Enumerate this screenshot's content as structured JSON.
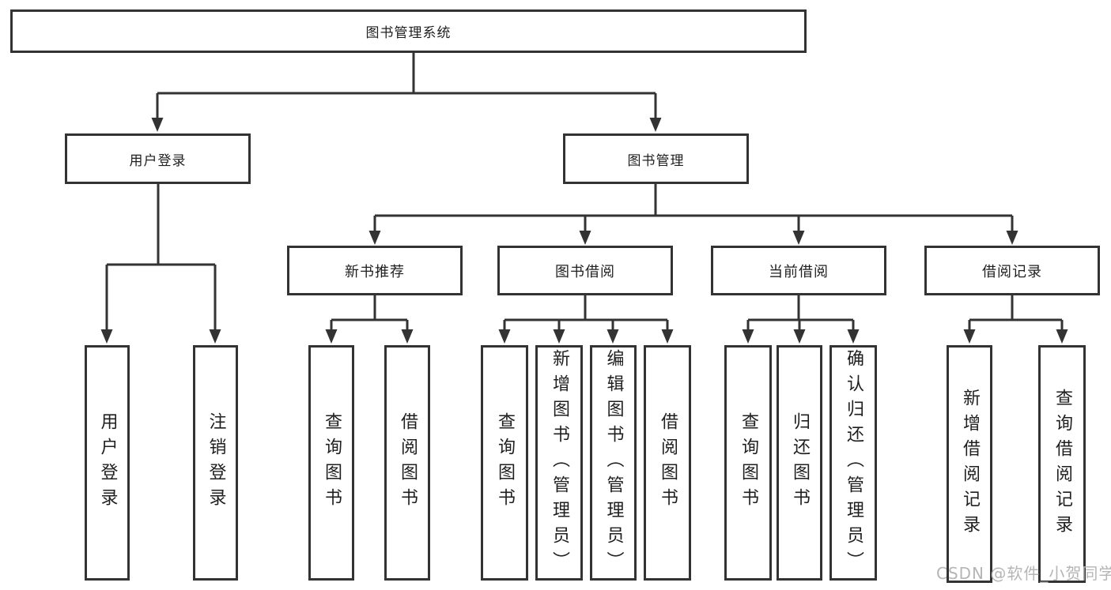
{
  "diagram": {
    "root": {
      "label": "图书管理系统"
    },
    "branches": [
      {
        "label": "用户登录",
        "leaves": [
          {
            "label": "用户登录"
          },
          {
            "label": "注销登录"
          }
        ]
      },
      {
        "label": "图书管理",
        "sections": [
          {
            "label": "新书推荐",
            "leaves": [
              {
                "label": "查询图书"
              },
              {
                "label": "借阅图书"
              }
            ]
          },
          {
            "label": "图书借阅",
            "leaves": [
              {
                "label": "查询图书"
              },
              {
                "label": "新增图书（管理员）"
              },
              {
                "label": "编辑图书（管理员）"
              },
              {
                "label": "借阅图书"
              }
            ]
          },
          {
            "label": "当前借阅",
            "leaves": [
              {
                "label": "查询图书"
              },
              {
                "label": "归还图书"
              },
              {
                "label": "确认归还（管理员）"
              }
            ]
          },
          {
            "label": "借阅记录",
            "leaves": [
              {
                "label": "新增借阅记录"
              },
              {
                "label": "查询借阅记录"
              }
            ]
          }
        ]
      }
    ]
  },
  "watermark": {
    "text": "CSDN @软件_小贺同学"
  },
  "colors": {
    "line": "#333333",
    "text": "#1f1f1f",
    "background": "#ffffff",
    "watermark": "#b5b5b5"
  }
}
